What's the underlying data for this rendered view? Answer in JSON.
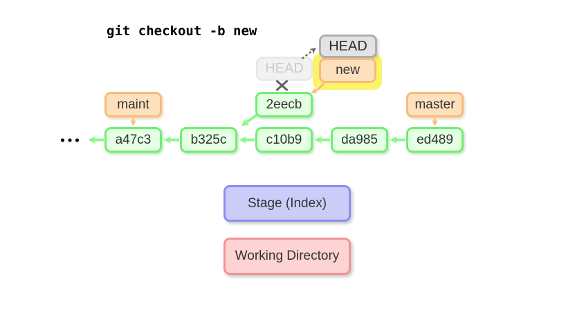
{
  "title": "git checkout -b new",
  "head": {
    "current_label": "HEAD",
    "previous_label": "HEAD",
    "new_branch_label": "new"
  },
  "branches": {
    "maint_label": "maint",
    "master_label": "master"
  },
  "commits": {
    "branch_tip": "2eecb",
    "row": [
      "a47c3",
      "b325c",
      "c10b9",
      "da985",
      "ed489"
    ]
  },
  "areas": {
    "stage_label": "Stage (Index)",
    "working_label": "Working Directory"
  },
  "colors": {
    "commit_fill": "#e4ffe4",
    "commit_border": "#70ee70",
    "branch_fill": "#fde1bd",
    "branch_border": "#f9ba7d",
    "head_fill": "#e3e3e3",
    "head_border": "#aeaeae",
    "ghost_fill": "#f2f2f2",
    "ghost_border": "#e9e9e9",
    "ghost_text": "#cccccc",
    "highlight_yellow": "#faf469",
    "stage_fill": "#ccccf8",
    "stage_border": "#8d8dee",
    "working_fill": "#fdd3d3",
    "working_border": "#f59393",
    "green_arrow": "#8cf88c",
    "orange_arrow": "#fbbd83",
    "gray_arrow": "#6e6e6e"
  }
}
